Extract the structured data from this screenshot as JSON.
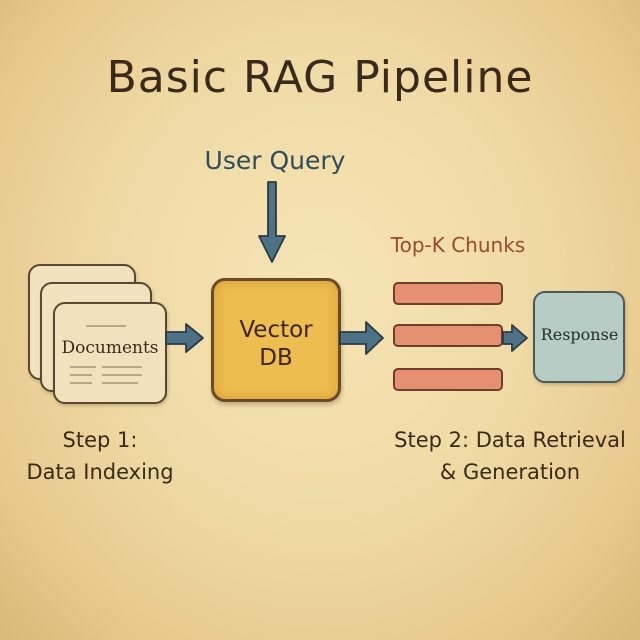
{
  "title": "Basic RAG Pipeline",
  "nodes": {
    "documents": {
      "label": "Documents"
    },
    "user_query": {
      "label": "User Query"
    },
    "vector_db": {
      "line1": "Vector",
      "line2": "DB"
    },
    "top_k_chunks": {
      "label": "Top-K Chunks",
      "chunk_count": 3
    },
    "response": {
      "label": "Response"
    }
  },
  "steps": {
    "step1": {
      "line1": "Step 1:",
      "line2": "Data Indexing"
    },
    "step2": {
      "line1": "Step 2: Data Retrieval",
      "line2": "& Generation"
    }
  },
  "edges": [
    {
      "from": "documents",
      "to": "vector_db"
    },
    {
      "from": "user_query",
      "to": "vector_db"
    },
    {
      "from": "vector_db",
      "to": "top_k_chunks"
    },
    {
      "from": "top_k_chunks",
      "to": "response"
    }
  ],
  "colors": {
    "arrow": "#4d7185",
    "arrow_outline": "#2c3a44",
    "vector_db_fill": "#eebd4f",
    "chunk_fill": "#e59070",
    "response_fill": "#b6ccc5",
    "query_text": "#2f4d5a",
    "topk_text": "#9a4a30"
  }
}
